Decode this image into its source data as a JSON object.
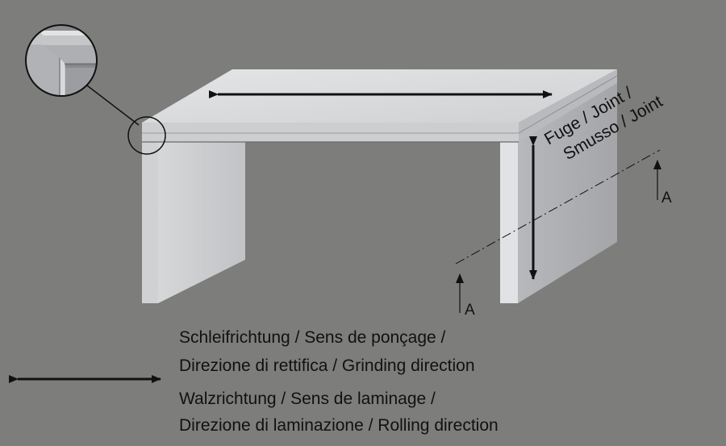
{
  "colors": {
    "background": "#7d7d7b",
    "surface_top": "#d9dadc",
    "surface_front": "#c9cacc",
    "surface_side": "#aeafb2",
    "ink": "#111111"
  },
  "joint_label": {
    "line1": "Fuge / Joint /",
    "line2": "Smusso / Joint"
  },
  "section_labels": {
    "left": "A",
    "right": "A"
  },
  "legend": {
    "arrow_icon": "double-headed-arrow-icon",
    "grinding_line1": "Schleifrichtung / Sens de ponçage /",
    "grinding_line2": "Direzione di rettifica / Grinding direction",
    "rolling_line1": "Walzrichtung / Sens de laminage /",
    "rolling_line2": "Direzione di laminazione / Rolling direction"
  }
}
